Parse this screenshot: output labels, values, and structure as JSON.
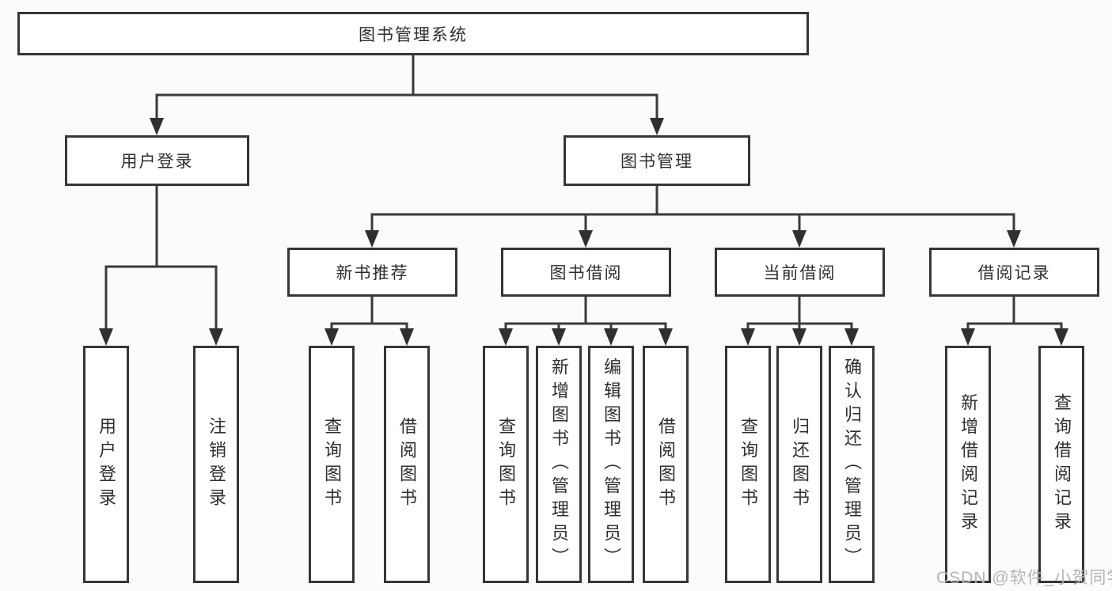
{
  "diagram": {
    "type": "hierarchy-tree",
    "title": "图书管理系统"
  },
  "tree": {
    "label": "图书管理系统",
    "children": [
      {
        "label": "用户登录",
        "children": [
          {
            "label": "用户登录"
          },
          {
            "label": "注销登录"
          }
        ]
      },
      {
        "label": "图书管理",
        "children": [
          {
            "label": "新书推荐",
            "children": [
              {
                "label": "查询图书"
              },
              {
                "label": "借阅图书"
              }
            ]
          },
          {
            "label": "图书借阅",
            "children": [
              {
                "label": "查询图书"
              },
              {
                "label": "新增图书（管理员）"
              },
              {
                "label": "编辑图书（管理员）"
              },
              {
                "label": "借阅图书"
              }
            ]
          },
          {
            "label": "当前借阅",
            "children": [
              {
                "label": "查询图书"
              },
              {
                "label": "归还图书"
              },
              {
                "label": "确认归还（管理员）"
              }
            ]
          },
          {
            "label": "借阅记录",
            "children": [
              {
                "label": "新增借阅记录"
              },
              {
                "label": "查询借阅记录"
              }
            ]
          }
        ]
      }
    ]
  },
  "watermark": "CSDN @软件_小贺同学",
  "colors": {
    "line": "#3a3a3a",
    "arrow": "#2f2f2f",
    "box_border": "#363636",
    "box_background": "#ffffff",
    "text": "#2f2f2f",
    "watermark": "#b5b5b5",
    "page_background": "#fbfbfb"
  }
}
